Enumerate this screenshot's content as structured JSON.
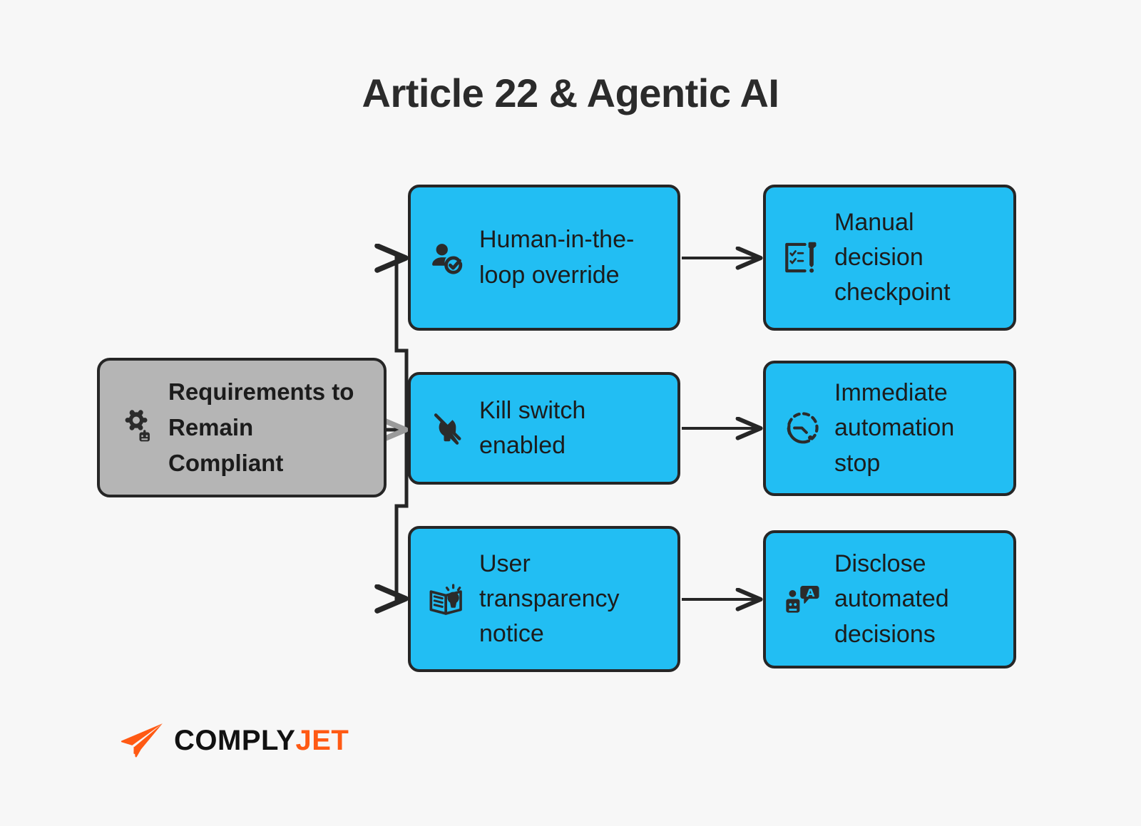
{
  "title": "Article 22 & Agentic AI",
  "colors": {
    "background": "#f7f7f7",
    "leaf_fill": "#22bef3",
    "root_fill": "#b5b5b5",
    "stroke": "#262626",
    "text": "#1c1c1c",
    "logo_accent": "#ff5a14",
    "logo_dark": "#111111"
  },
  "diagram": {
    "type": "flowchart",
    "root": {
      "id": "requirements",
      "label": "Requirements to Remain Compliant",
      "icon": "gear-robot-icon",
      "fill": "#b5b5b5"
    },
    "branches": [
      {
        "id": "hitl",
        "label": "Human-in-the-loop override",
        "icon": "person-check-icon",
        "fill": "#22bef3",
        "next": {
          "id": "checkpoint",
          "label": "Manual decision checkpoint",
          "icon": "checklist-pen-alert-icon",
          "fill": "#22bef3"
        }
      },
      {
        "id": "killswitch",
        "label": "Kill switch enabled",
        "icon": "power-plug-off-icon",
        "fill": "#22bef3",
        "next": {
          "id": "stop",
          "label": "Immediate automation stop",
          "icon": "dashed-circle-stop-icon",
          "fill": "#22bef3"
        }
      },
      {
        "id": "notice",
        "label": "User transparency notice",
        "icon": "book-lightbulb-icon",
        "fill": "#22bef3",
        "next": {
          "id": "disclose",
          "label": "Disclose automated decisions",
          "icon": "robot-speech-bubble-icon",
          "fill": "#22bef3"
        }
      }
    ]
  },
  "logo": {
    "word_primary": "COMPLY",
    "word_accent": "JET",
    "mark": "paper-plane-icon"
  }
}
